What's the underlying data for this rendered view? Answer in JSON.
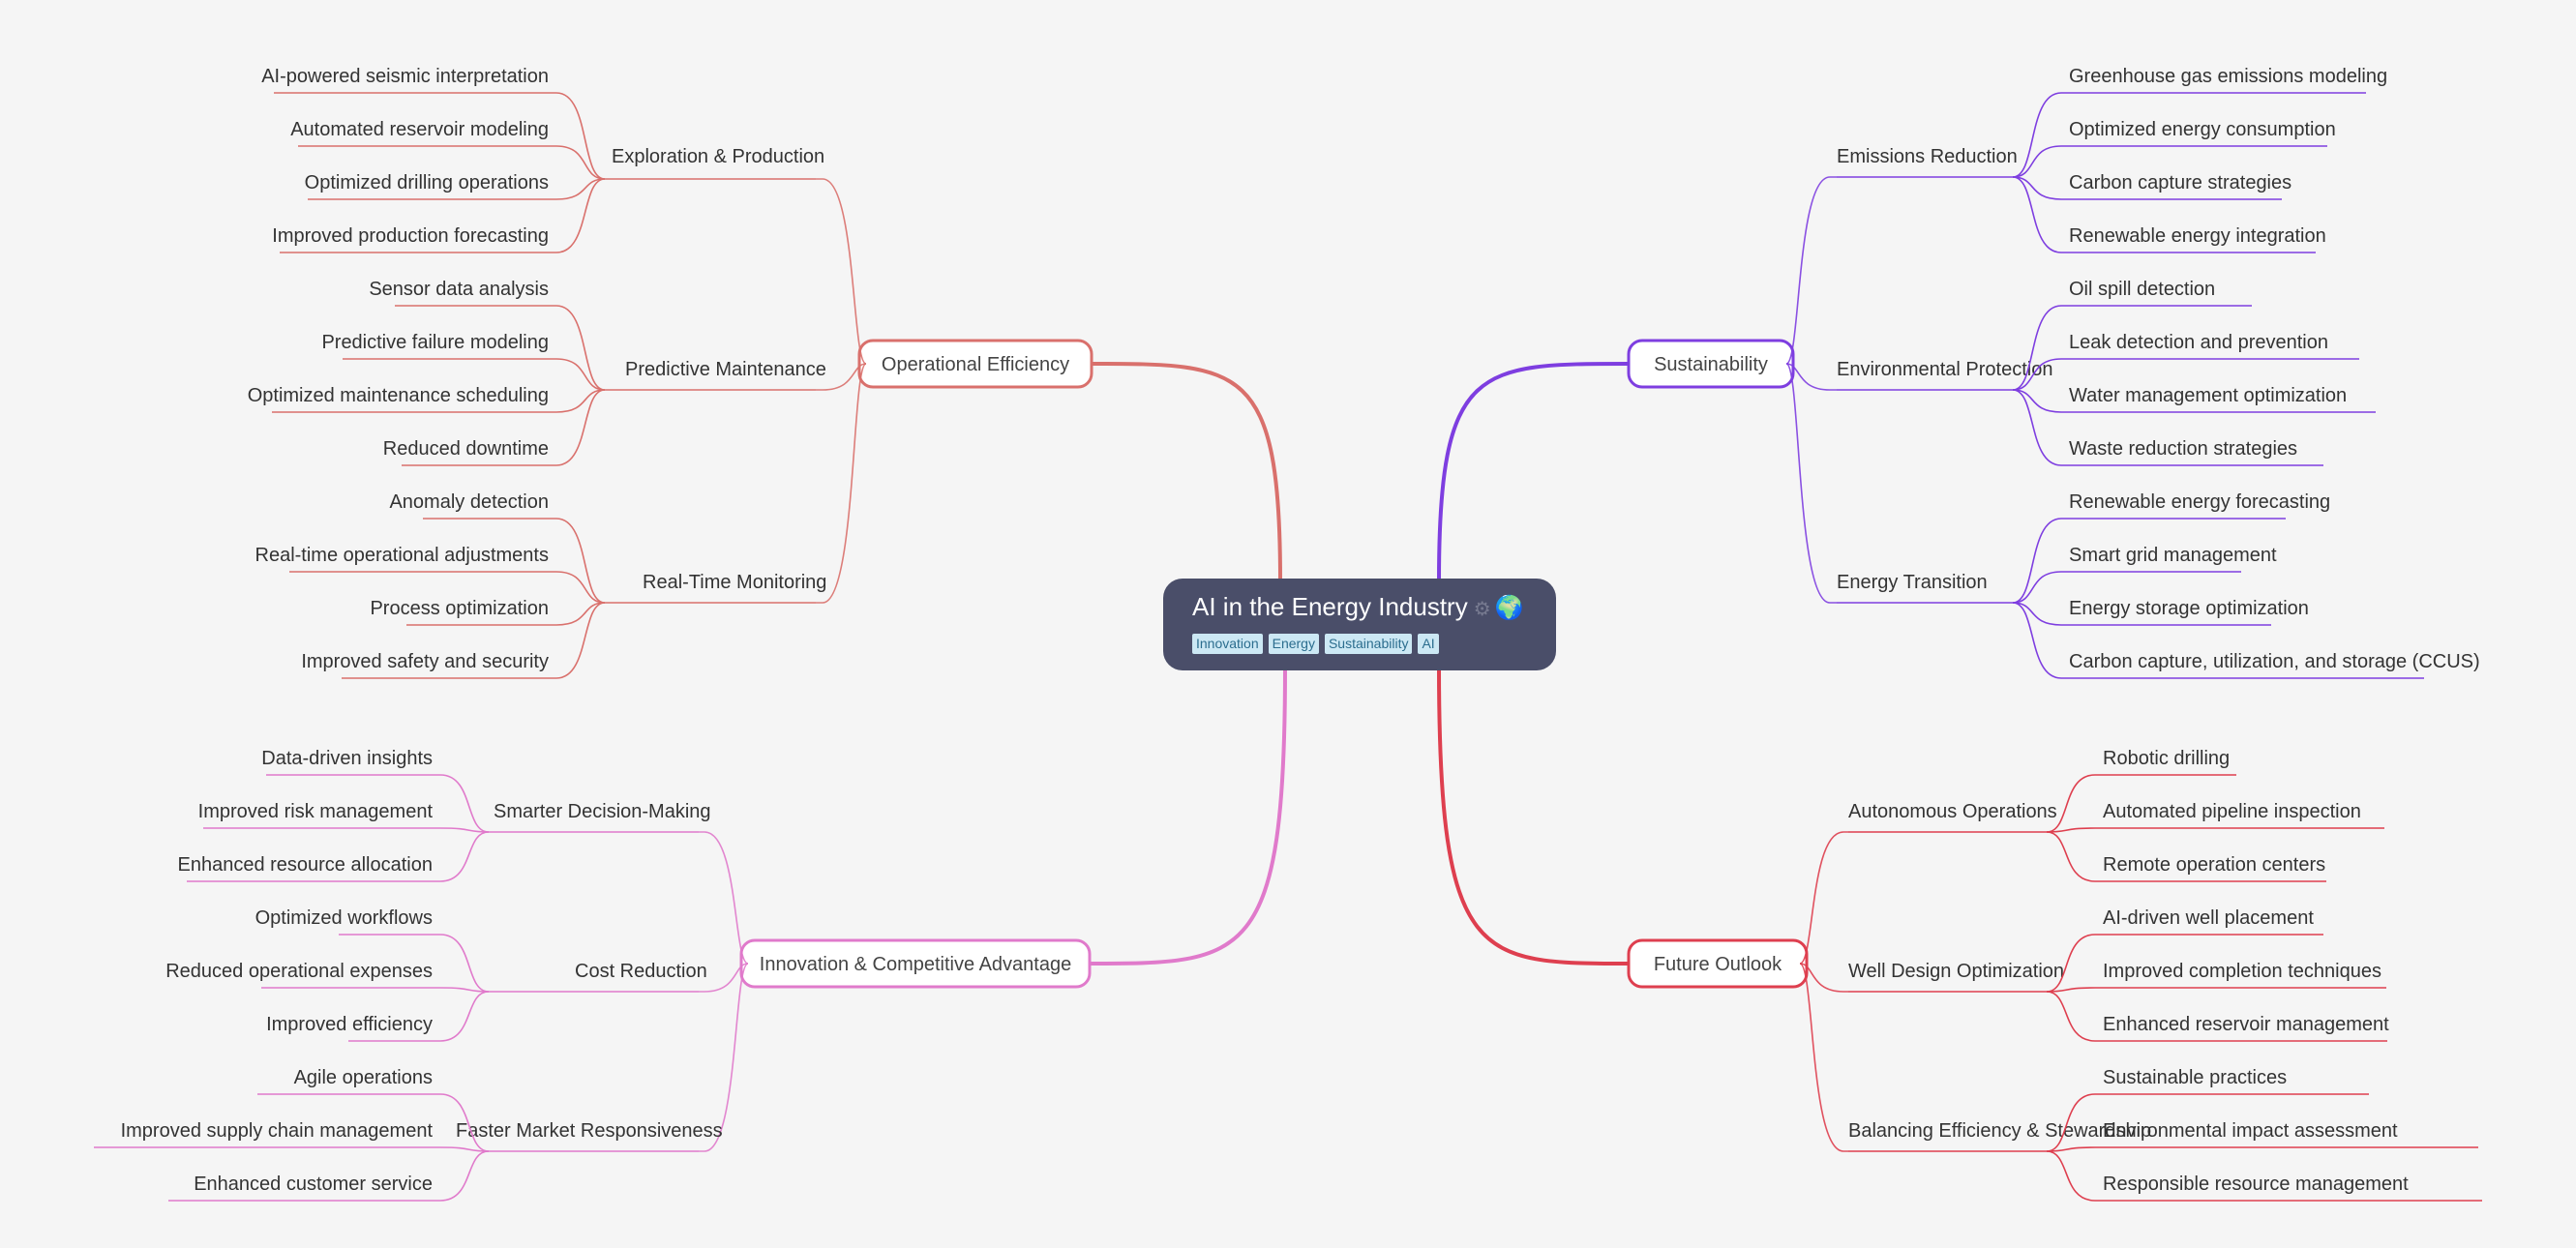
{
  "center": {
    "title": "AI in the Energy Industry",
    "gear_icon": "⚙",
    "globe_icon": "🌍",
    "tags": [
      "Innovation",
      "Energy",
      "Sustainability",
      "AI"
    ]
  },
  "branches": [
    {
      "label": "Operational Efficiency",
      "color": "#d9706c",
      "groups": [
        {
          "label": "Exploration & Production",
          "items": [
            "AI-powered seismic interpretation",
            "Automated reservoir modeling",
            "Optimized drilling operations",
            "Improved production forecasting"
          ]
        },
        {
          "label": "Predictive Maintenance",
          "items": [
            "Sensor data analysis",
            "Predictive failure modeling",
            "Optimized maintenance scheduling",
            "Reduced downtime"
          ]
        },
        {
          "label": "Real-Time Monitoring",
          "items": [
            "Anomaly detection",
            "Real-time operational adjustments",
            "Process optimization",
            "Improved safety and security"
          ]
        }
      ]
    },
    {
      "label": "Innovation & Competitive Advantage",
      "color": "#e07acb",
      "groups": [
        {
          "label": "Smarter Decision-Making",
          "items": [
            "Data-driven insights",
            "Improved risk management",
            "Enhanced resource allocation"
          ]
        },
        {
          "label": "Cost Reduction",
          "items": [
            "Optimized workflows",
            "Reduced operational expenses",
            "Improved efficiency"
          ]
        },
        {
          "label": "Faster Market Responsiveness",
          "items": [
            "Agile operations",
            "Improved supply chain management",
            "Enhanced customer service"
          ]
        }
      ]
    },
    {
      "label": "Sustainability",
      "color": "#7e3ee0",
      "groups": [
        {
          "label": "Emissions Reduction",
          "items": [
            "Greenhouse gas emissions modeling",
            "Optimized energy consumption",
            "Carbon capture strategies",
            "Renewable energy integration"
          ]
        },
        {
          "label": "Environmental Protection",
          "items": [
            "Oil spill detection",
            "Leak detection and prevention",
            "Water management optimization",
            "Waste reduction strategies"
          ]
        },
        {
          "label": "Energy Transition",
          "items": [
            "Renewable energy forecasting",
            "Smart grid management",
            "Energy storage optimization",
            "Carbon capture, utilization, and storage (CCUS)"
          ]
        }
      ]
    },
    {
      "label": "Future Outlook",
      "color": "#de3f4f",
      "groups": [
        {
          "label": "Autonomous Operations",
          "items": [
            "Robotic drilling",
            "Automated pipeline inspection",
            "Remote operation centers"
          ]
        },
        {
          "label": "Well Design Optimization",
          "items": [
            "AI-driven well placement",
            "Improved completion techniques",
            "Enhanced reservoir management"
          ]
        },
        {
          "label": "Balancing Efficiency & Stewardship",
          "items": [
            "Sustainable practices",
            "Environmental impact assessment",
            "Responsible resource management"
          ]
        }
      ]
    }
  ]
}
